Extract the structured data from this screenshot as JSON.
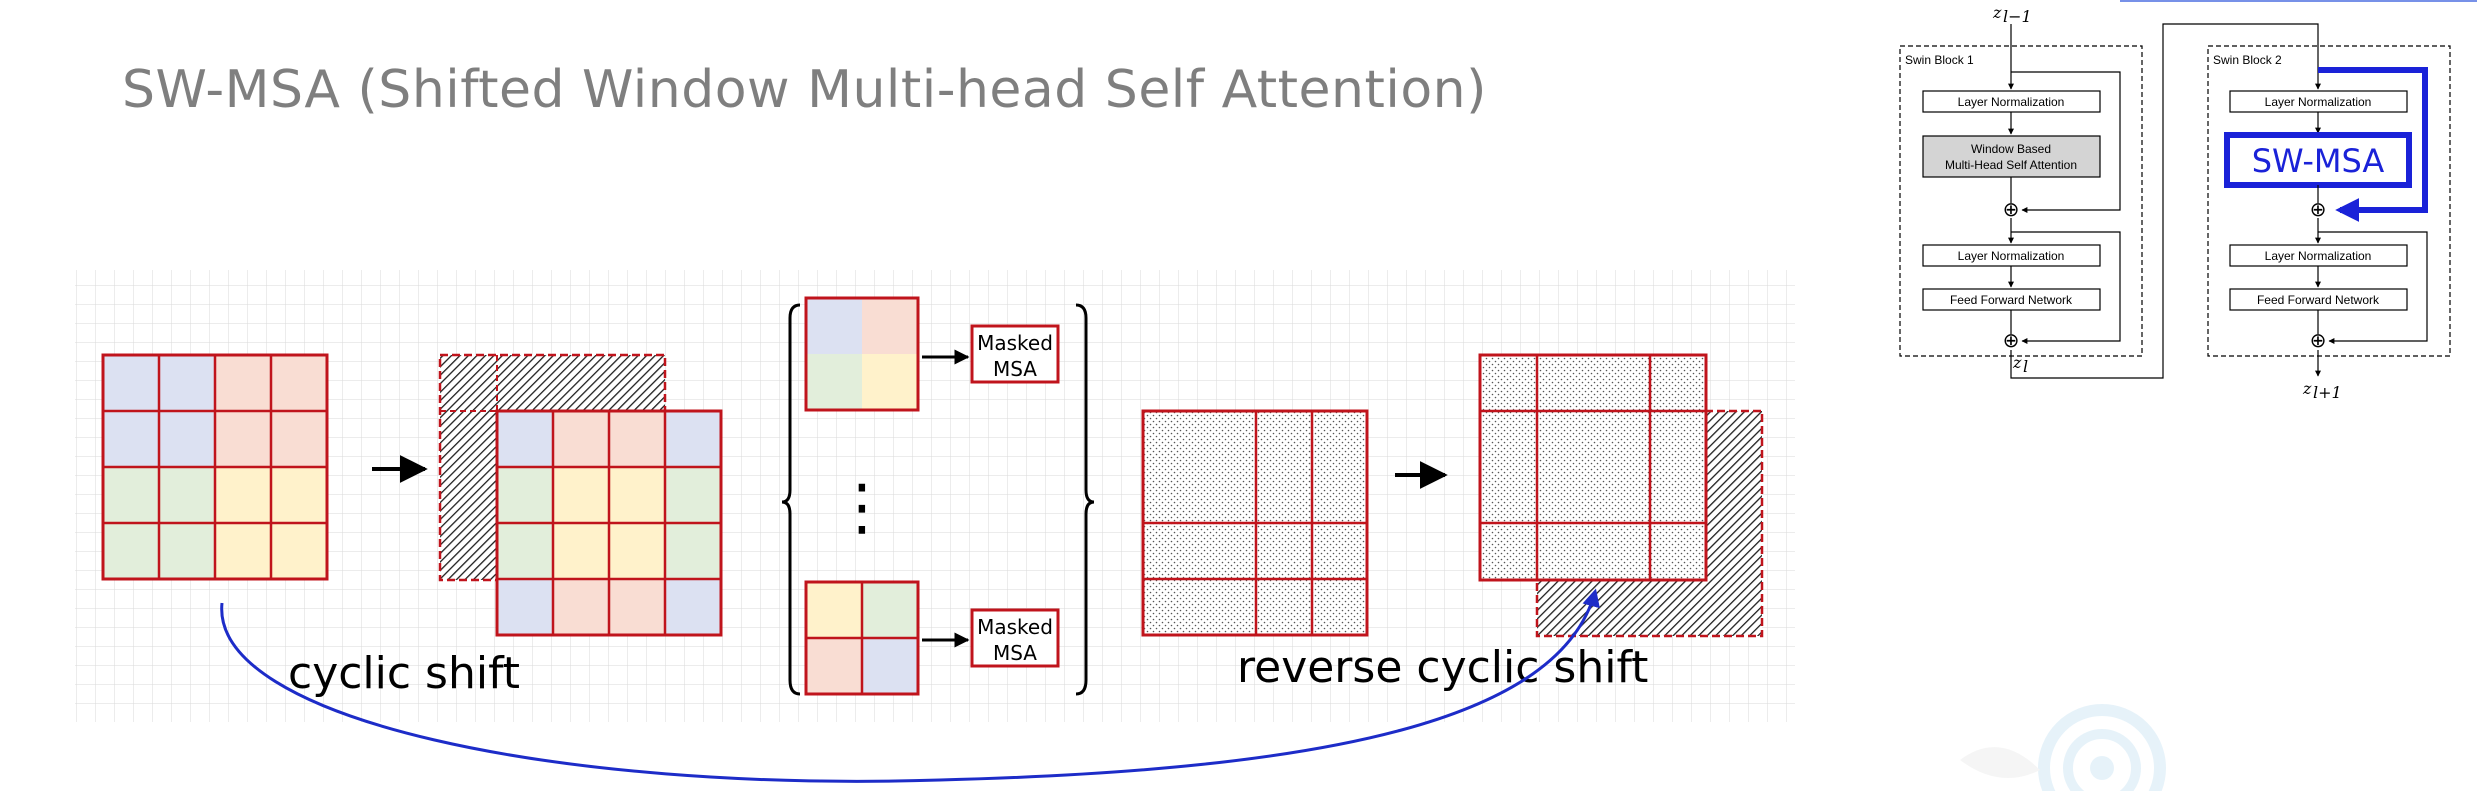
{
  "title": "SW-MSA (Shifted Window Multi-head Self Attention)",
  "labels": {
    "cyclic_shift": "cyclic shift",
    "reverse_cyclic_shift": "reverse cyclic shift",
    "masked_msa_line1": "Masked",
    "masked_msa_line2": "MSA",
    "dots": "⋮"
  },
  "swin_diagram": {
    "block1_title": "Swin Block 1",
    "block2_title": "Swin Block 2",
    "layer_norm": "Layer Normalization",
    "window_attention_line1": "Window Based",
    "window_attention_line2": "Multi-Head Self Attention",
    "sw_msa": "SW-MSA",
    "ffn": "Feed Forward Network",
    "z_prev": "z",
    "z_prev_sub": "l−1",
    "z_mid": "z",
    "z_mid_sub": "l",
    "z_next": "z",
    "z_next_sub": "l+1",
    "plus": "⊕"
  },
  "colors": {
    "window_border": "#c0141c",
    "blue_cell": "#dce1f2",
    "red_cell": "#f9ddd3",
    "green_cell": "#e2eedb",
    "yellow_cell": "#fff2cb",
    "arc": "#1d2cc8",
    "sw_msa_highlight": "#1a22d8",
    "grid_line": "#dadada"
  }
}
